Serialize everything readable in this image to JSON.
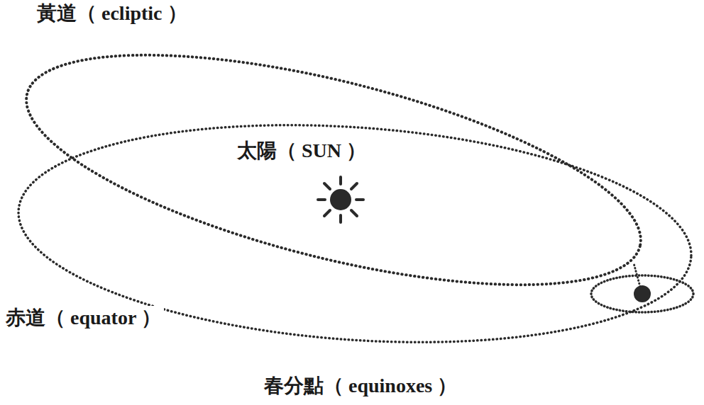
{
  "diagram": {
    "labels": [
      "黃道（ ecliptic ）",
      "太陽（ SUN ）",
      "赤道（ equator ）",
      "春分點（ equinoxes ）"
    ]
  }
}
